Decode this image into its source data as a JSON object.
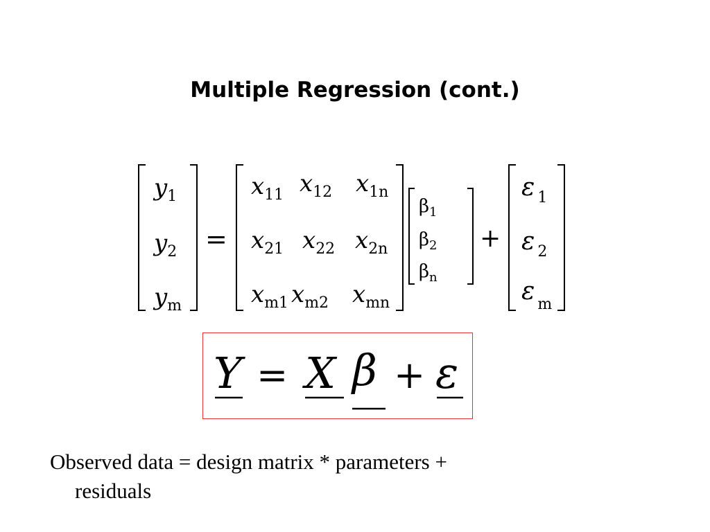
{
  "slide": {
    "title": "Multiple Regression (cont.)",
    "matrix_eq": {
      "y": [
        {
          "base": "y",
          "sub": "1"
        },
        {
          "base": "y",
          "sub": "2"
        },
        {
          "base": "y",
          "sub": "m"
        }
      ],
      "equals": "=",
      "x": [
        [
          {
            "base": "x",
            "sub": "11"
          },
          {
            "base": "x",
            "sub": "12"
          },
          {
            "base": "x",
            "sub": "1n"
          }
        ],
        [
          {
            "base": "x",
            "sub": "21"
          },
          {
            "base": "x",
            "sub": "22"
          },
          {
            "base": "x",
            "sub": "2n"
          }
        ],
        [
          {
            "base": "x",
            "sub": "m1"
          },
          {
            "base": "x",
            "sub": "m2"
          },
          {
            "base": "x",
            "sub": "mn"
          }
        ]
      ],
      "beta": [
        {
          "base": "β",
          "sub": "1"
        },
        {
          "base": "β",
          "sub": "2"
        },
        {
          "base": "β",
          "sub": "n"
        }
      ],
      "plus": "+",
      "eps": [
        {
          "base": "ε",
          "sub": "1"
        },
        {
          "base": "ε",
          "sub": "2"
        },
        {
          "base": "ε",
          "sub": "m"
        }
      ]
    },
    "compact_eq": {
      "Y": "Y",
      "eq": "=",
      "X": "X",
      "beta": "β",
      "plus": "+",
      "eps": "ε"
    },
    "caption_line1": "Observed data = design matrix * parameters +",
    "caption_line2": "residuals"
  }
}
